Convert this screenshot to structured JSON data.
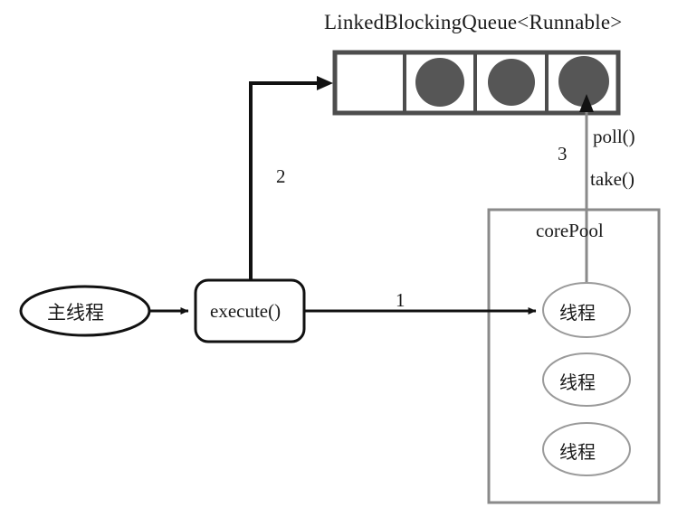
{
  "diagram": {
    "title": "LinkedBlockingQueue<Runnable>",
    "queue": {
      "name": "LinkedBlockingQueue<Runnable>",
      "cells": [
        {
          "filled": false,
          "token": ""
        },
        {
          "filled": true,
          "token": "runnable-task"
        },
        {
          "filled": true,
          "token": "runnable-task"
        },
        {
          "filled": true,
          "token": "runnable-task"
        }
      ],
      "cell_count": 4,
      "filled_count": 3,
      "fill_color": "#565656",
      "border_color": "#4d4d4d"
    },
    "nodes": {
      "main_thread": "主线程",
      "execute": "execute()",
      "core_pool": "corePool",
      "threads": [
        "线程",
        "线程",
        "线程"
      ]
    },
    "edges": [
      {
        "id": "1",
        "label": "1",
        "from": "execute()",
        "to": "线程",
        "color": "#111111"
      },
      {
        "id": "2",
        "label": "2",
        "from": "execute()",
        "to": "LinkedBlockingQueue<Runnable>",
        "color": "#111111"
      },
      {
        "id": "3",
        "label": "3",
        "from": "线程",
        "to": "LinkedBlockingQueue<Runnable>",
        "color": "#8a8a8a"
      }
    ],
    "method_labels": {
      "poll": "poll()",
      "take": "take()"
    },
    "colors": {
      "ink": "#1a1a1a",
      "arrow_black": "#111111",
      "arrow_gray": "#8a8a8a",
      "box_gray": "#8a8a8a",
      "circle_fill": "#565656",
      "background": "#ffffff"
    }
  }
}
